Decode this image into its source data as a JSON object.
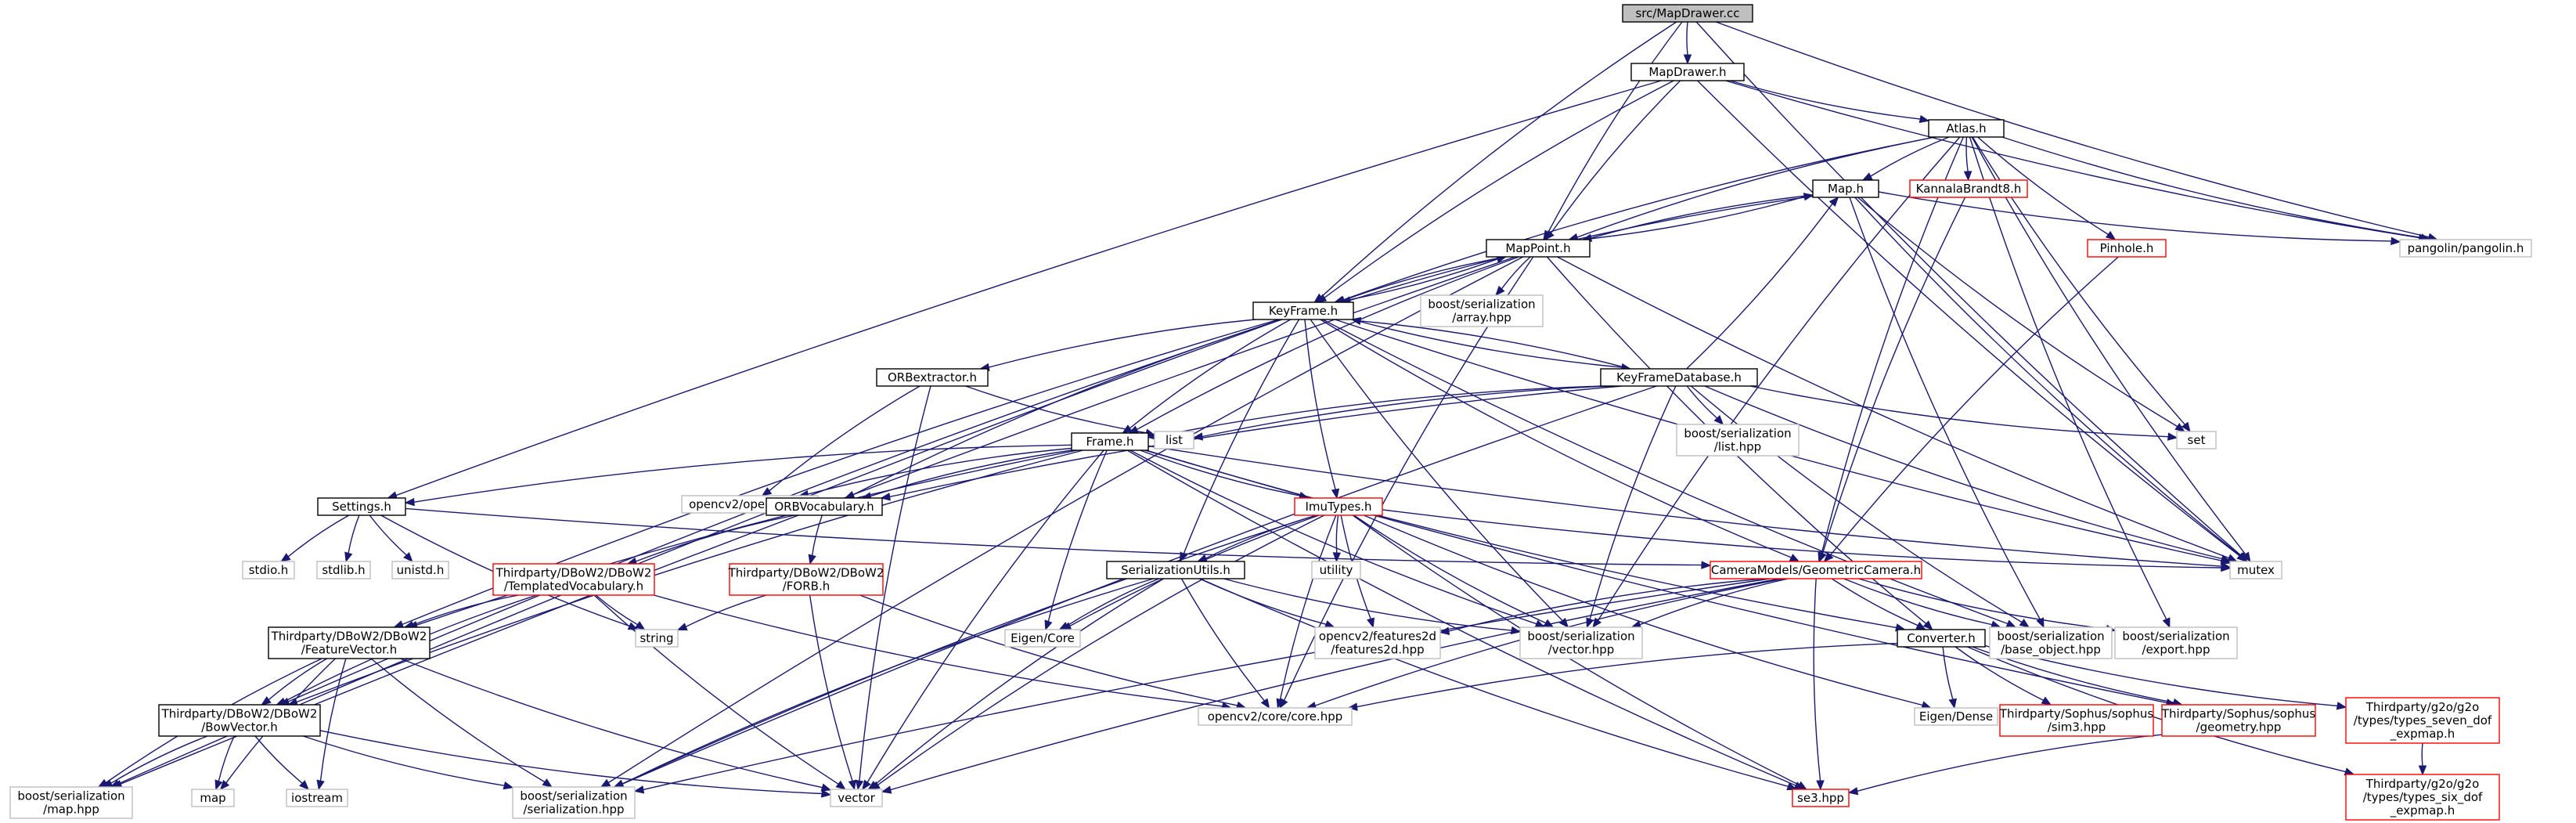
{
  "colors": {
    "edge": "#191970",
    "root_fill": "#bfbfbf",
    "normal_border": "#000000",
    "external_border": "#bfbfbf",
    "missing_border": "#ff0000",
    "text": "#000000"
  },
  "nodes": [
    {
      "id": "root",
      "lines": [
        "src/MapDrawer.cc"
      ],
      "style": "root"
    },
    {
      "id": "mapdrawer",
      "lines": [
        "MapDrawer.h"
      ],
      "style": "normal"
    },
    {
      "id": "atlas",
      "lines": [
        "Atlas.h"
      ],
      "style": "normal"
    },
    {
      "id": "map",
      "lines": [
        "Map.h"
      ],
      "style": "normal"
    },
    {
      "id": "kannala",
      "lines": [
        "KannalaBrandt8.h"
      ],
      "style": "missing"
    },
    {
      "id": "mappoint",
      "lines": [
        "MapPoint.h"
      ],
      "style": "normal"
    },
    {
      "id": "pinhole",
      "lines": [
        "Pinhole.h"
      ],
      "style": "missing"
    },
    {
      "id": "pangolin",
      "lines": [
        "pangolin/pangolin.h"
      ],
      "style": "external"
    },
    {
      "id": "keyframe",
      "lines": [
        "KeyFrame.h"
      ],
      "style": "normal"
    },
    {
      "id": "bser_array",
      "lines": [
        "boost/serialization",
        "/array.hpp"
      ],
      "style": "external"
    },
    {
      "id": "orbextractor",
      "lines": [
        "ORBextractor.h"
      ],
      "style": "normal"
    },
    {
      "id": "kfdb",
      "lines": [
        "KeyFrameDatabase.h"
      ],
      "style": "normal"
    },
    {
      "id": "list",
      "lines": [
        "list"
      ],
      "style": "external"
    },
    {
      "id": "bser_list",
      "lines": [
        "boost/serialization",
        "/list.hpp"
      ],
      "style": "external"
    },
    {
      "id": "set",
      "lines": [
        "set"
      ],
      "style": "external"
    },
    {
      "id": "frame",
      "lines": [
        "Frame.h"
      ],
      "style": "normal"
    },
    {
      "id": "opencv",
      "lines": [
        "opencv2/opencv.hpp"
      ],
      "style": "external"
    },
    {
      "id": "settings",
      "lines": [
        "Settings.h"
      ],
      "style": "normal"
    },
    {
      "id": "orbvocab",
      "lines": [
        "ORBVocabulary.h"
      ],
      "style": "normal"
    },
    {
      "id": "imutypes",
      "lines": [
        "ImuTypes.h"
      ],
      "style": "missing"
    },
    {
      "id": "mutex",
      "lines": [
        "mutex"
      ],
      "style": "external"
    },
    {
      "id": "stdio",
      "lines": [
        "stdio.h"
      ],
      "style": "external"
    },
    {
      "id": "stdlib",
      "lines": [
        "stdlib.h"
      ],
      "style": "external"
    },
    {
      "id": "unistd",
      "lines": [
        "unistd.h"
      ],
      "style": "external"
    },
    {
      "id": "templvocab",
      "lines": [
        "Thirdparty/DBoW2/DBoW2",
        "/TemplatedVocabulary.h"
      ],
      "style": "missing"
    },
    {
      "id": "forb",
      "lines": [
        "Thirdparty/DBoW2/DBoW2",
        "/FORB.h"
      ],
      "style": "missing"
    },
    {
      "id": "serutils",
      "lines": [
        "SerializationUtils.h"
      ],
      "style": "normal"
    },
    {
      "id": "utility",
      "lines": [
        "utility"
      ],
      "style": "external"
    },
    {
      "id": "geocam",
      "lines": [
        "CameraModels/GeometricCamera.h"
      ],
      "style": "missing"
    },
    {
      "id": "featvec",
      "lines": [
        "Thirdparty/DBoW2/DBoW2",
        "/FeatureVector.h"
      ],
      "style": "normal"
    },
    {
      "id": "string",
      "lines": [
        "string"
      ],
      "style": "external"
    },
    {
      "id": "eigencore",
      "lines": [
        "Eigen/Core"
      ],
      "style": "external"
    },
    {
      "id": "features2d",
      "lines": [
        "opencv2/features2d",
        "/features2d.hpp"
      ],
      "style": "external"
    },
    {
      "id": "bser_vector",
      "lines": [
        "boost/serialization",
        "/vector.hpp"
      ],
      "style": "external"
    },
    {
      "id": "converter",
      "lines": [
        "Converter.h"
      ],
      "style": "normal"
    },
    {
      "id": "bser_base",
      "lines": [
        "boost/serialization",
        "/base_object.hpp"
      ],
      "style": "external"
    },
    {
      "id": "bser_export",
      "lines": [
        "boost/serialization",
        "/export.hpp"
      ],
      "style": "external"
    },
    {
      "id": "bowvec",
      "lines": [
        "Thirdparty/DBoW2/DBoW2",
        "/BowVector.h"
      ],
      "style": "normal"
    },
    {
      "id": "corehpp",
      "lines": [
        "opencv2/core/core.hpp"
      ],
      "style": "external"
    },
    {
      "id": "eigendense",
      "lines": [
        "Eigen/Dense"
      ],
      "style": "external"
    },
    {
      "id": "sim3",
      "lines": [
        "Thirdparty/Sophus/sophus",
        "/sim3.hpp"
      ],
      "style": "missing"
    },
    {
      "id": "geometry",
      "lines": [
        "Thirdparty/Sophus/sophus",
        "/geometry.hpp"
      ],
      "style": "missing"
    },
    {
      "id": "g2o_seven",
      "lines": [
        "Thirdparty/g2o/g2o",
        "/types/types_seven_dof",
        "_expmap.h"
      ],
      "style": "missing"
    },
    {
      "id": "bser_map",
      "lines": [
        "boost/serialization",
        "/map.hpp"
      ],
      "style": "external"
    },
    {
      "id": "mapstd",
      "lines": [
        "map"
      ],
      "style": "external"
    },
    {
      "id": "iostream",
      "lines": [
        "iostream"
      ],
      "style": "external"
    },
    {
      "id": "bser_ser",
      "lines": [
        "boost/serialization",
        "/serialization.hpp"
      ],
      "style": "external"
    },
    {
      "id": "vector",
      "lines": [
        "vector"
      ],
      "style": "external"
    },
    {
      "id": "se3",
      "lines": [
        "se3.hpp"
      ],
      "style": "missing"
    },
    {
      "id": "g2o_six",
      "lines": [
        "Thirdparty/g2o/g2o",
        "/types/types_six_dof",
        "_expmap.h"
      ],
      "style": "missing"
    }
  ],
  "edges": [
    [
      "root",
      "mapdrawer"
    ],
    [
      "root",
      "mappoint"
    ],
    [
      "root",
      "keyframe"
    ],
    [
      "root",
      "pangolin"
    ],
    [
      "root",
      "mutex"
    ],
    [
      "mapdrawer",
      "atlas"
    ],
    [
      "mapdrawer",
      "mappoint"
    ],
    [
      "mapdrawer",
      "keyframe"
    ],
    [
      "mapdrawer",
      "pangolin"
    ],
    [
      "mapdrawer",
      "mutex"
    ],
    [
      "mapdrawer",
      "settings"
    ],
    [
      "atlas",
      "map"
    ],
    [
      "atlas",
      "mappoint"
    ],
    [
      "atlas",
      "keyframe"
    ],
    [
      "atlas",
      "kannala"
    ],
    [
      "atlas",
      "pinhole"
    ],
    [
      "atlas",
      "pangolin"
    ],
    [
      "atlas",
      "set"
    ],
    [
      "atlas",
      "mutex"
    ],
    [
      "atlas",
      "bser_vector"
    ],
    [
      "atlas",
      "bser_export"
    ],
    [
      "atlas",
      "geocam"
    ],
    [
      "map",
      "mappoint"
    ],
    [
      "map",
      "keyframe"
    ],
    [
      "map",
      "pangolin"
    ],
    [
      "map",
      "set"
    ],
    [
      "map",
      "mutex"
    ],
    [
      "map",
      "bser_base"
    ],
    [
      "kannala",
      "geocam"
    ],
    [
      "pinhole",
      "geocam"
    ],
    [
      "mappoint",
      "keyframe"
    ],
    [
      "mappoint",
      "frame"
    ],
    [
      "mappoint",
      "map"
    ],
    [
      "mappoint",
      "converter"
    ],
    [
      "mappoint",
      "bser_ser"
    ],
    [
      "mappoint",
      "bser_array"
    ],
    [
      "mappoint",
      "bser_map"
    ],
    [
      "mappoint",
      "corehpp"
    ],
    [
      "mappoint",
      "mutex"
    ],
    [
      "keyframe",
      "mappoint"
    ],
    [
      "keyframe",
      "orbextractor"
    ],
    [
      "keyframe",
      "kfdb"
    ],
    [
      "keyframe",
      "frame"
    ],
    [
      "keyframe",
      "orbvocab"
    ],
    [
      "keyframe",
      "imutypes"
    ],
    [
      "keyframe",
      "serutils"
    ],
    [
      "keyframe",
      "geocam"
    ],
    [
      "keyframe",
      "featvec"
    ],
    [
      "keyframe",
      "bowvec"
    ],
    [
      "keyframe",
      "bser_map"
    ],
    [
      "keyframe",
      "bser_vector"
    ],
    [
      "keyframe",
      "bser_base"
    ],
    [
      "keyframe",
      "mutex"
    ],
    [
      "orbextractor",
      "list"
    ],
    [
      "orbextractor",
      "opencv"
    ],
    [
      "orbextractor",
      "vector"
    ],
    [
      "kfdb",
      "keyframe"
    ],
    [
      "kfdb",
      "frame"
    ],
    [
      "kfdb",
      "orbvocab"
    ],
    [
      "kfdb",
      "map"
    ],
    [
      "kfdb",
      "list"
    ],
    [
      "kfdb",
      "set"
    ],
    [
      "kfdb",
      "mutex"
    ],
    [
      "kfdb",
      "bser_list"
    ],
    [
      "kfdb",
      "bser_vector"
    ],
    [
      "kfdb",
      "bser_base"
    ],
    [
      "kfdb",
      "bser_ser"
    ],
    [
      "frame",
      "settings"
    ],
    [
      "frame",
      "orbvocab"
    ],
    [
      "frame",
      "imutypes"
    ],
    [
      "frame",
      "featvec"
    ],
    [
      "frame",
      "bowvec"
    ],
    [
      "frame",
      "opencv"
    ],
    [
      "frame",
      "eigencore"
    ],
    [
      "frame",
      "converter"
    ],
    [
      "frame",
      "geometry"
    ],
    [
      "frame",
      "se3"
    ],
    [
      "frame",
      "mutex"
    ],
    [
      "frame",
      "vector"
    ],
    [
      "frame",
      "bser_vector"
    ],
    [
      "settings",
      "stdio"
    ],
    [
      "settings",
      "stdlib"
    ],
    [
      "settings",
      "unistd"
    ],
    [
      "settings",
      "string"
    ],
    [
      "settings",
      "geocam"
    ],
    [
      "orbvocab",
      "templvocab"
    ],
    [
      "orbvocab",
      "forb"
    ],
    [
      "imutypes",
      "serutils"
    ],
    [
      "imutypes",
      "utility"
    ],
    [
      "imutypes",
      "mutex"
    ],
    [
      "imutypes",
      "eigencore"
    ],
    [
      "imutypes",
      "features2d"
    ],
    [
      "imutypes",
      "bser_vector"
    ],
    [
      "imutypes",
      "corehpp"
    ],
    [
      "imutypes",
      "vector"
    ],
    [
      "imutypes",
      "bser_ser"
    ],
    [
      "imutypes",
      "eigendense"
    ],
    [
      "imutypes",
      "se3"
    ],
    [
      "templvocab",
      "featvec"
    ],
    [
      "templvocab",
      "bowvec"
    ],
    [
      "templvocab",
      "string"
    ],
    [
      "templvocab",
      "vector"
    ],
    [
      "templvocab",
      "corehpp"
    ],
    [
      "forb",
      "string"
    ],
    [
      "forb",
      "vector"
    ],
    [
      "forb",
      "corehpp"
    ],
    [
      "serutils",
      "eigencore"
    ],
    [
      "serutils",
      "features2d"
    ],
    [
      "serutils",
      "bser_vector"
    ],
    [
      "serutils",
      "corehpp"
    ],
    [
      "serutils",
      "bser_ser"
    ],
    [
      "serutils",
      "vector"
    ],
    [
      "serutils",
      "se3"
    ],
    [
      "geocam",
      "converter"
    ],
    [
      "geocam",
      "bser_vector"
    ],
    [
      "geocam",
      "bser_base"
    ],
    [
      "geocam",
      "bser_export"
    ],
    [
      "geocam",
      "corehpp"
    ],
    [
      "geocam",
      "bser_ser"
    ],
    [
      "geocam",
      "vector"
    ],
    [
      "geocam",
      "se3"
    ],
    [
      "geocam",
      "features2d"
    ],
    [
      "featvec",
      "bowvec"
    ],
    [
      "featvec",
      "mapstd"
    ],
    [
      "featvec",
      "iostream"
    ],
    [
      "featvec",
      "bser_map"
    ],
    [
      "featvec",
      "bser_ser"
    ],
    [
      "featvec",
      "vector"
    ],
    [
      "converter",
      "corehpp"
    ],
    [
      "converter",
      "eigendense"
    ],
    [
      "converter",
      "sim3"
    ],
    [
      "converter",
      "geometry"
    ],
    [
      "converter",
      "g2o_seven"
    ],
    [
      "converter",
      "g2o_six"
    ],
    [
      "bowvec",
      "mapstd"
    ],
    [
      "bowvec",
      "iostream"
    ],
    [
      "bowvec",
      "vector"
    ],
    [
      "bowvec",
      "bser_map"
    ],
    [
      "bowvec",
      "bser_ser"
    ],
    [
      "geometry",
      "se3"
    ],
    [
      "g2o_seven",
      "g2o_six"
    ]
  ]
}
